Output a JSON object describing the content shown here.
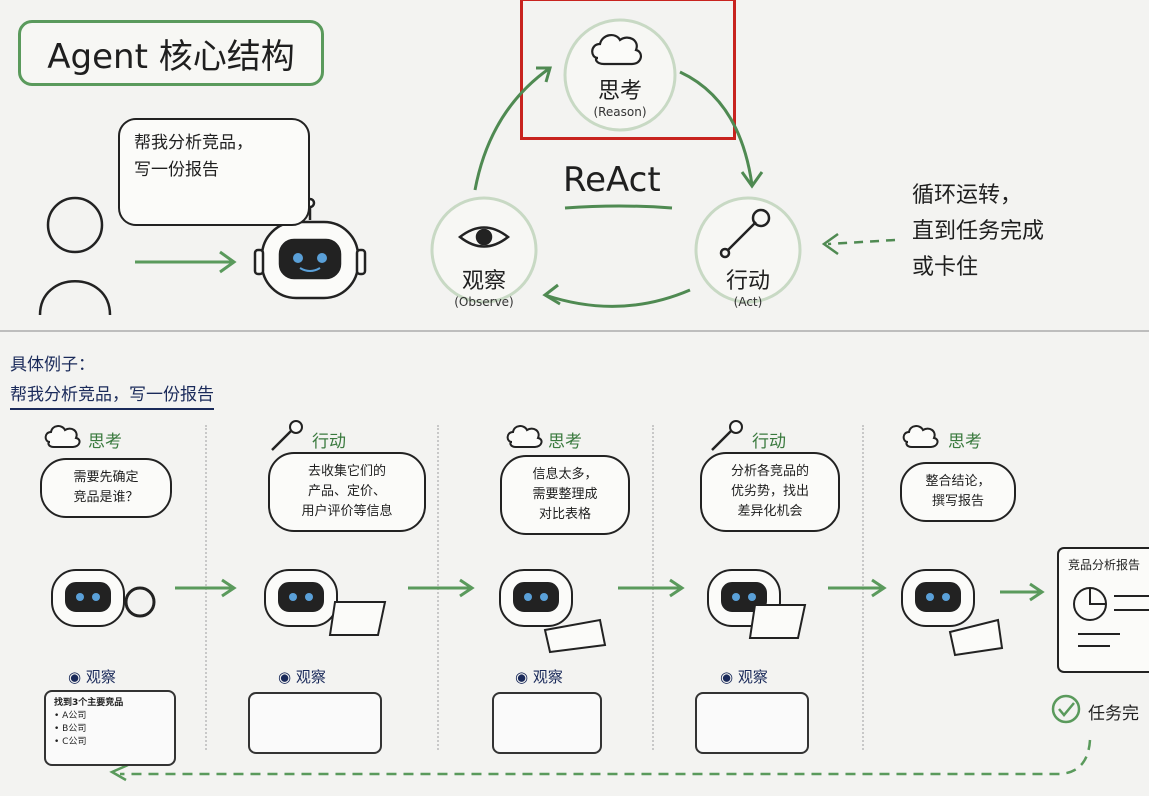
{
  "title": "Agent 核心结构",
  "user_request": "帮我分析竞品，\n写一份报告",
  "react_label": "ReAct",
  "nodes": {
    "think": {
      "label": "思考",
      "sub": "(Reason)"
    },
    "act": {
      "label": "行动",
      "sub": "(Act)"
    },
    "observe": {
      "label": "观察",
      "sub": "(Observe)"
    }
  },
  "loop_note": [
    "循环运转，",
    "直到任务完成",
    "或卡住"
  ],
  "example": {
    "heading": "具体例子：",
    "task": "帮我分析竞品，写一份报告"
  },
  "steps": [
    {
      "label": "思考",
      "bubble": "需要先确定\n竞品是谁？",
      "observe": "观察"
    },
    {
      "label": "行动",
      "bubble": "去收集它们的\n产品、定价、\n用户评价等信息",
      "observe": "观察"
    },
    {
      "label": "思考",
      "bubble": "信息太多，\n需要整理成\n对比表格",
      "observe": "观察"
    },
    {
      "label": "行动",
      "bubble": "分析各竞品的\n优劣势，找出\n差异化机会",
      "observe": "观察"
    },
    {
      "label": "思考",
      "bubble": "整合结论，\n撰写报告",
      "observe": ""
    }
  ],
  "competitor_list": {
    "header": "找到3个主要竞品",
    "items": [
      "• A公司",
      "• B公司",
      "• C公司"
    ]
  },
  "report_title": "竞品分析报告",
  "done_label": "任务完",
  "colors": {
    "accent_green": "#5a9a5c",
    "highlight_red": "#c8231f",
    "ink": "#1f1f1f"
  }
}
